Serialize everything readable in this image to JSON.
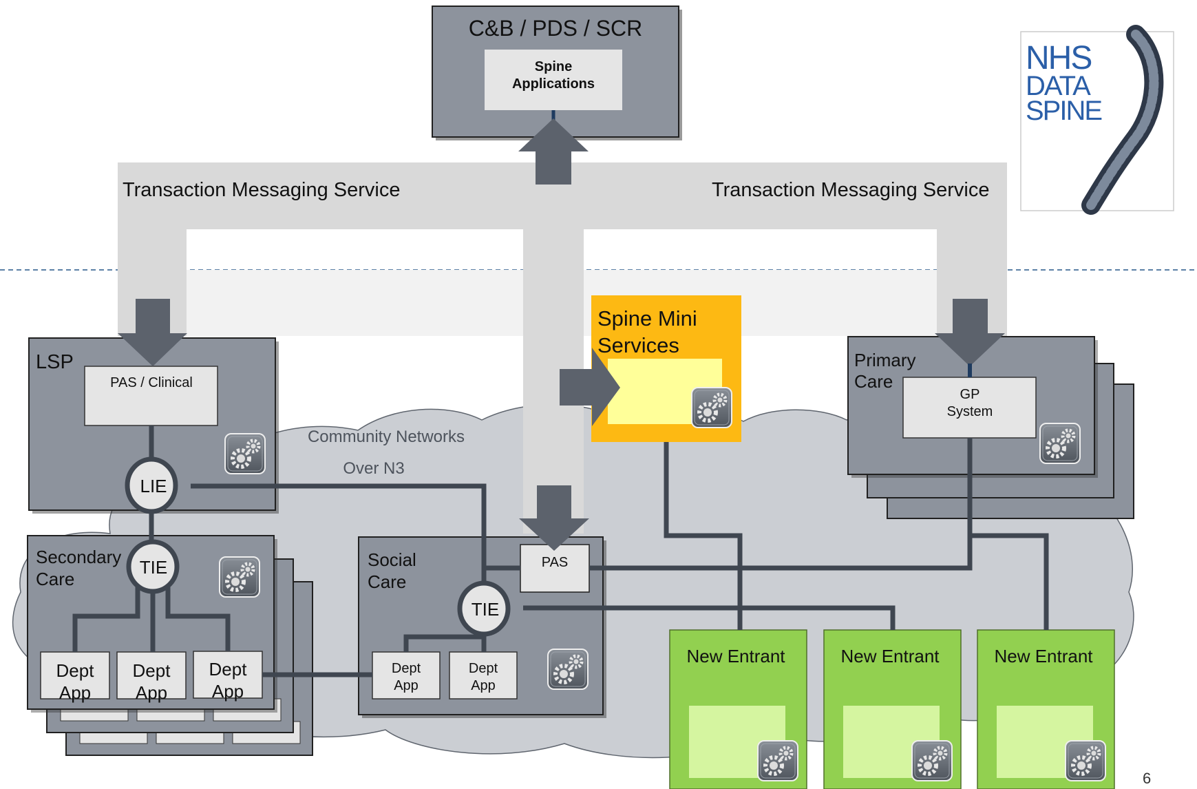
{
  "spine": {
    "title": "C&B / PDS / SCR",
    "app_line1": "Spine",
    "app_line2": "Applications"
  },
  "tms": {
    "left": "Transaction Messaging Service",
    "right": "Transaction Messaging Service"
  },
  "logo": {
    "line1": "NHS",
    "line2": "DATA",
    "line3": "SPINE"
  },
  "lsp": {
    "title": "LSP",
    "pas": "PAS / Clinical",
    "lie": "LIE"
  },
  "network": {
    "line1": "Community Networks",
    "line2": "Over N3"
  },
  "mini": {
    "line1": "Spine Mini",
    "line2": "Services"
  },
  "primary": {
    "line1": "Primary",
    "line2": "Care",
    "gp1": "GP",
    "gp2": "System"
  },
  "secondary": {
    "line1": "Secondary",
    "line2": "Care",
    "tie": "TIE",
    "depts": [
      {
        "l1": "Dept",
        "l2": "App"
      },
      {
        "l1": "Dept",
        "l2": "App"
      },
      {
        "l1": "Dept",
        "l2": "App"
      }
    ]
  },
  "social": {
    "line1": "Social",
    "line2": "Care",
    "pas": "PAS",
    "tie": "TIE",
    "depts": [
      {
        "l1": "Dept",
        "l2": "App"
      },
      {
        "l1": "Dept",
        "l2": "App"
      }
    ]
  },
  "new_entrants": [
    "New Entrant",
    "New Entrant",
    "New Entrant"
  ],
  "page_number": "6",
  "colors": {
    "box_gray": "#8d939d",
    "dark_arrow": "#5c626c",
    "band_gray": "#d9d9d9",
    "mini_orange": "#fdb913",
    "entrant_green": "#92d050",
    "cloud_gray": "#c9ccd1"
  }
}
